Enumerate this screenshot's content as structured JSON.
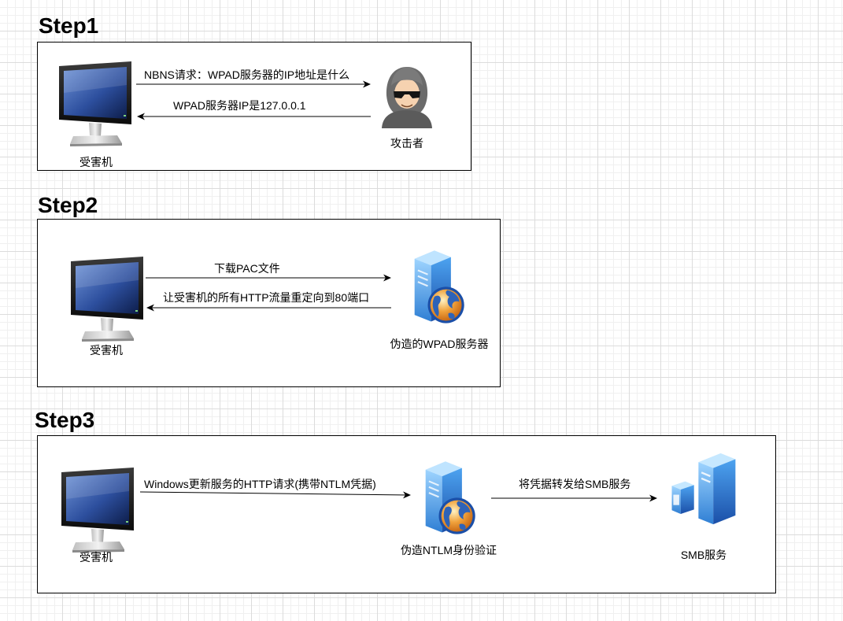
{
  "steps": [
    {
      "title": "Step1",
      "victim_label": "受害机",
      "attacker_label": "攻击者",
      "arrow_request": "NBNS请求：WPAD服务器的IP地址是什么",
      "arrow_response": "WPAD服务器IP是127.0.0.1"
    },
    {
      "title": "Step2",
      "victim_label": "受害机",
      "server_label": "伪造的WPAD服务器",
      "arrow_request": "下载PAC文件",
      "arrow_response": "让受害机的所有HTTP流量重定向到80端口"
    },
    {
      "title": "Step3",
      "victim_label": "受害机",
      "ntlm_label": "伪造NTLM身份验证",
      "smb_label": "SMB服务",
      "arrow_request": "Windows更新服务的HTTP请求(携带NTLM凭据)",
      "arrow_forward": "将凭据转发给SMB服务"
    }
  ],
  "icons": {
    "victim": "desktop-monitor-icon",
    "attacker": "hacker-hoodie-icon",
    "web_server": "web-server-globe-icon",
    "smb_server": "server-tower-icon"
  },
  "colors": {
    "screen_blue": "#3a5fb0",
    "server_blue": "#2f7fd4",
    "globe_orange": "#e8892a"
  }
}
